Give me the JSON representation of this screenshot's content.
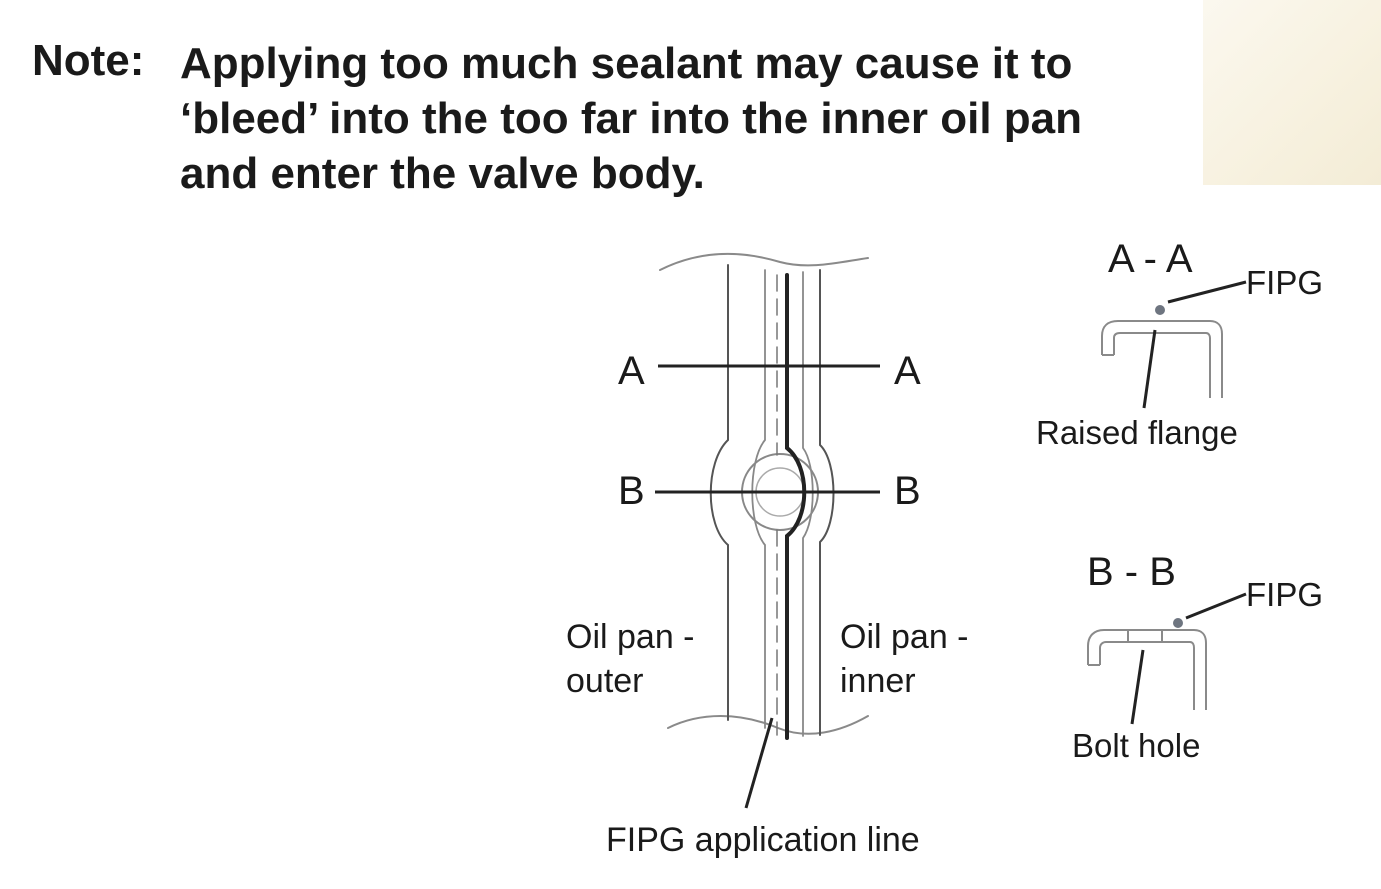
{
  "note": {
    "label": "Note:",
    "lines": [
      "Applying too much sealant may cause it to",
      "‘bleed’ into the too far into the inner oil pan",
      "and enter the valve body."
    ]
  },
  "diagram": {
    "section_a_left": "A",
    "section_a_right": "A",
    "section_b_left": "B",
    "section_b_right": "B",
    "oil_pan_outer": [
      "Oil pan -",
      "outer"
    ],
    "oil_pan_inner": [
      "Oil pan -",
      "inner"
    ],
    "application_line_label": "FIPG application line"
  },
  "section_aa": {
    "title": "A - A",
    "sealant_label": "FIPG",
    "feature_label": "Raised  flange"
  },
  "section_bb": {
    "title": "B - B",
    "sealant_label": "FIPG",
    "feature_label": "Bolt hole"
  },
  "colors": {
    "text": "#1a1a1a",
    "line": "#222222",
    "light_line": "#8a8a8a",
    "sealant_dot": "#6e7580",
    "paper_swatch": "#f7f1df"
  }
}
